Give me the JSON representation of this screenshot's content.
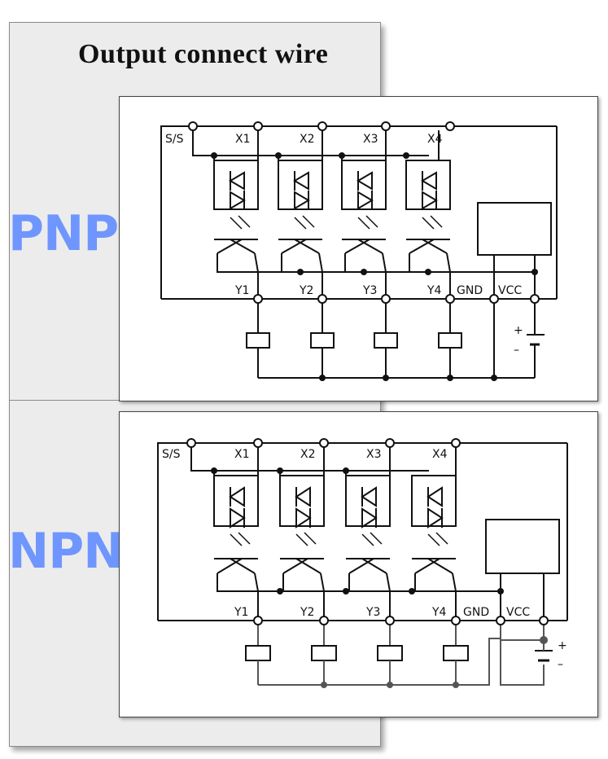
{
  "title": "Output connect wire",
  "sections": [
    {
      "label": "PNP",
      "terminals_top": [
        "S/S",
        "X1",
        "X2",
        "X3",
        "X4"
      ],
      "terminals_bottom": [
        "Y1",
        "Y2",
        "Y3",
        "Y4",
        "GND",
        "VCC"
      ],
      "battery": {
        "plus": "+",
        "minus": "–"
      }
    },
    {
      "label": "NPN",
      "terminals_top": [
        "S/S",
        "X1",
        "X2",
        "X3",
        "X4"
      ],
      "terminals_bottom": [
        "Y1",
        "Y2",
        "Y3",
        "Y4",
        "GND",
        "VCC"
      ],
      "battery": {
        "plus": "+",
        "minus": "–"
      }
    }
  ]
}
